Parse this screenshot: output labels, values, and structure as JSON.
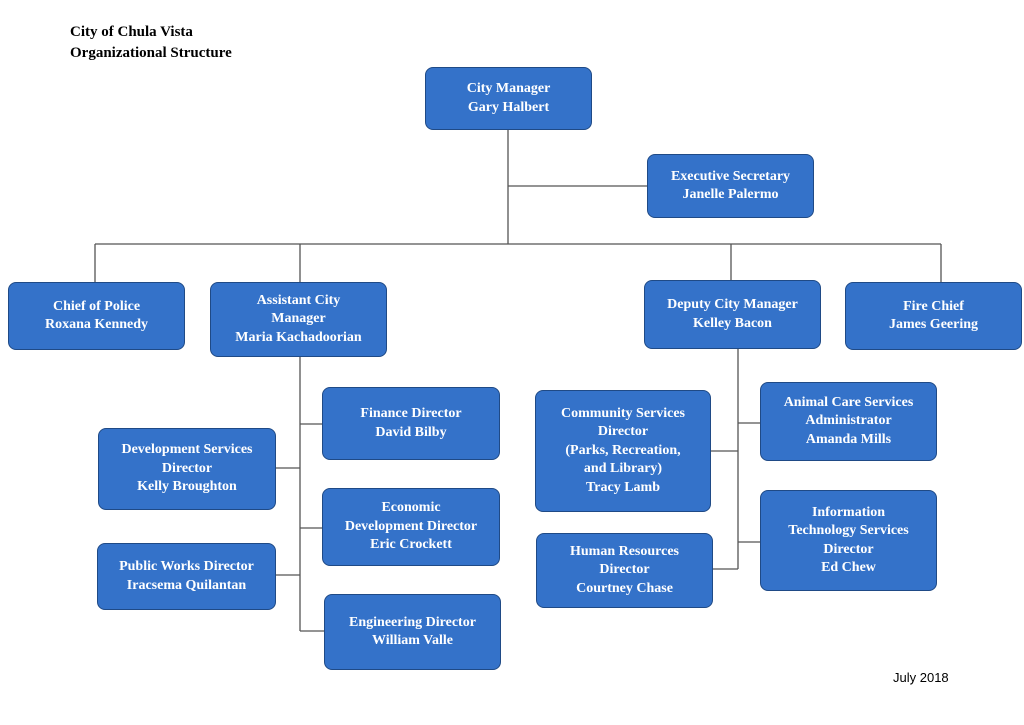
{
  "header": {
    "title": "City of Chula Vista",
    "subtitle": "Organizational Structure"
  },
  "nodes": {
    "city_manager": [
      "City Manager",
      "Gary Halbert"
    ],
    "executive_secretary": [
      "Executive Secretary",
      "Janelle Palermo"
    ],
    "chief_of_police": [
      "Chief of Police",
      "Roxana Kennedy"
    ],
    "assistant_city_manager": [
      "Assistant City",
      "Manager",
      "Maria Kachadoorian"
    ],
    "deputy_city_manager": [
      "Deputy City Manager",
      "Kelley Bacon"
    ],
    "fire_chief": [
      "Fire Chief",
      "James Geering"
    ],
    "finance_director": [
      "Finance Director",
      "David Bilby"
    ],
    "development_services_director": [
      "Development Services",
      "Director",
      "Kelly Broughton"
    ],
    "economic_development_director": [
      "Economic",
      "Development Director",
      "Eric Crockett"
    ],
    "public_works_director": [
      "Public Works Director",
      "Iracsema Quilantan"
    ],
    "engineering_director": [
      "Engineering Director",
      "William Valle"
    ],
    "community_services_director": [
      "Community Services",
      "Director",
      "(Parks, Recreation,",
      "and Library)",
      "Tracy Lamb"
    ],
    "animal_care_services_administrator": [
      "Animal Care Services",
      "Administrator",
      "Amanda Mills"
    ],
    "human_resources_director": [
      "Human Resources",
      "Director",
      "Courtney Chase"
    ],
    "information_technology_services_director": [
      "Information",
      "Technology Services",
      "Director",
      "Ed Chew"
    ]
  },
  "footer": {
    "date": "July 2018"
  },
  "colors": {
    "box_fill": "#3472c9",
    "box_border": "#1f4a86",
    "box_text": "#ffffff",
    "connector": "#555555"
  }
}
